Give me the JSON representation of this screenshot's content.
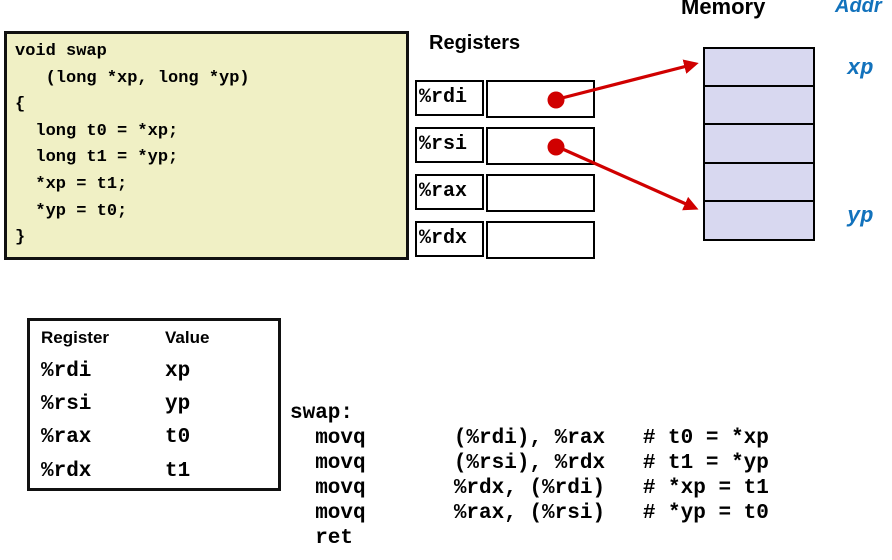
{
  "colors": {
    "code_box_bg": "#F0F0C5",
    "memory_cell_bg": "#D8D8F0",
    "arrow_red": "#D00000",
    "pointer_label_blue": "#1272BC",
    "border_black": "#000000"
  },
  "c_code": {
    "lines": [
      "void swap",
      "   (long *xp, long *yp)",
      "{",
      "  long t0 = *xp;",
      "  long t1 = *yp;",
      "  *xp = t1;",
      "  *yp = t0;",
      "}"
    ]
  },
  "registers": {
    "title": "Registers",
    "items": [
      {
        "name": "%rdi",
        "has_pointer_dot": true
      },
      {
        "name": "%rsi",
        "has_pointer_dot": true
      },
      {
        "name": "%rax",
        "has_pointer_dot": false
      },
      {
        "name": "%rdx",
        "has_pointer_dot": false
      }
    ]
  },
  "memory": {
    "title": "Memory",
    "addr_label": "Addr",
    "cells": [
      "",
      "",
      "",
      "",
      ""
    ],
    "xp_label": "xp",
    "yp_label": "yp",
    "pointers": [
      {
        "from": "%rdi",
        "to_cell": 1,
        "label": "xp"
      },
      {
        "from": "%rsi",
        "to_cell": 5,
        "label": "yp"
      }
    ]
  },
  "mapping_table": {
    "headers": {
      "register": "Register",
      "value": "Value"
    },
    "rows": [
      {
        "register": "%rdi",
        "value": "xp"
      },
      {
        "register": "%rsi",
        "value": "yp"
      },
      {
        "register": "%rax",
        "value": "t0"
      },
      {
        "register": "%rdx",
        "value": "t1"
      }
    ]
  },
  "assembly": {
    "lines": [
      "swap:",
      "  movq       (%rdi), %rax   # t0 = *xp",
      "  movq       (%rsi), %rdx   # t1 = *yp",
      "  movq       %rdx, (%rdi)   # *xp = t1",
      "  movq       %rax, (%rsi)   # *yp = t0",
      "  ret"
    ]
  }
}
